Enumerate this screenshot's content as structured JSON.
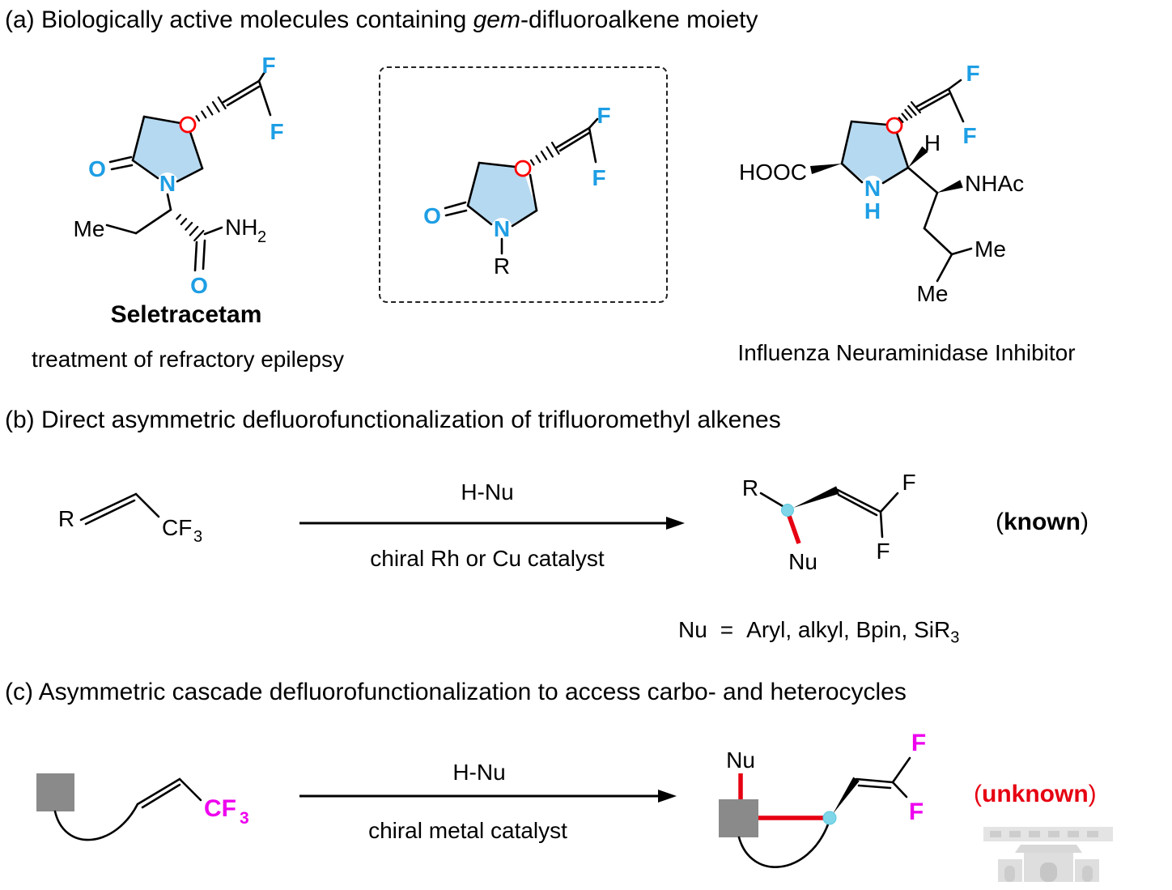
{
  "colors": {
    "heteroatom_blue": "#1E9EE4",
    "bond_red": "#E60012",
    "fluoro_magenta": "#EE00EE",
    "stereocenter_cyan": "#7FD6E8",
    "fragment_gray": "#8A8A8A",
    "ring_fill_blue": "#B5D9F0"
  },
  "panel_a": {
    "heading": {
      "prefix": "(a) Biologically active molecules containing ",
      "italic": "gem",
      "suffix": "-difluoroalkene moiety"
    },
    "seletracetam": {
      "name": "Seletracetam",
      "caption": "treatment of refractory epilepsy",
      "atoms": {
        "f_top": "F",
        "f_right": "F",
        "o_ring": "O",
        "n_ring": "N",
        "me": "Me",
        "nh": "NH",
        "nh_sub": "2",
        "o_amide": "O"
      }
    },
    "core_scaffold": {
      "atoms": {
        "f_top": "F",
        "f_right": "F",
        "o_ring": "O",
        "n_ring": "N",
        "r_group": "R"
      }
    },
    "neuraminidase_inhibitor": {
      "caption": "Influenza Neuraminidase Inhibitor",
      "atoms": {
        "f_top": "F",
        "f_right": "F",
        "hooc": "HOOC",
        "n_ring": "N",
        "h_on_n": "H",
        "h_ring": "H",
        "nhac": "NHAc",
        "me_1": "Me",
        "me_2": "Me"
      }
    }
  },
  "panel_b": {
    "heading": "(b) Direct asymmetric defluorofunctionalization of trifluoromethyl alkenes",
    "reactant": {
      "r_group": "R",
      "cf": "CF",
      "cf_sub": "3"
    },
    "conditions": {
      "above": "H-Nu",
      "below": "chiral Rh or Cu catalyst"
    },
    "product": {
      "r_group": "R",
      "nu": "Nu",
      "f_top": "F",
      "f_bottom": "F"
    },
    "status": {
      "open": "(",
      "word": "known",
      "close": ")"
    },
    "nu_scope": {
      "lhs": "Nu",
      "eq": "=",
      "rhs": "Aryl, alkyl, Bpin, SiR",
      "rhs_sub": "3"
    }
  },
  "panel_c": {
    "heading": "(c) Asymmetric cascade defluorofunctionalization to access carbo- and heterocycles",
    "reactant": {
      "cf": "CF",
      "cf_sub": "3"
    },
    "conditions": {
      "above": "H-Nu",
      "below": "chiral metal catalyst"
    },
    "product": {
      "nu": "Nu",
      "f_top": "F",
      "f_bottom": "F"
    },
    "status": {
      "open": "(",
      "word": "unknown",
      "close": ")"
    }
  }
}
